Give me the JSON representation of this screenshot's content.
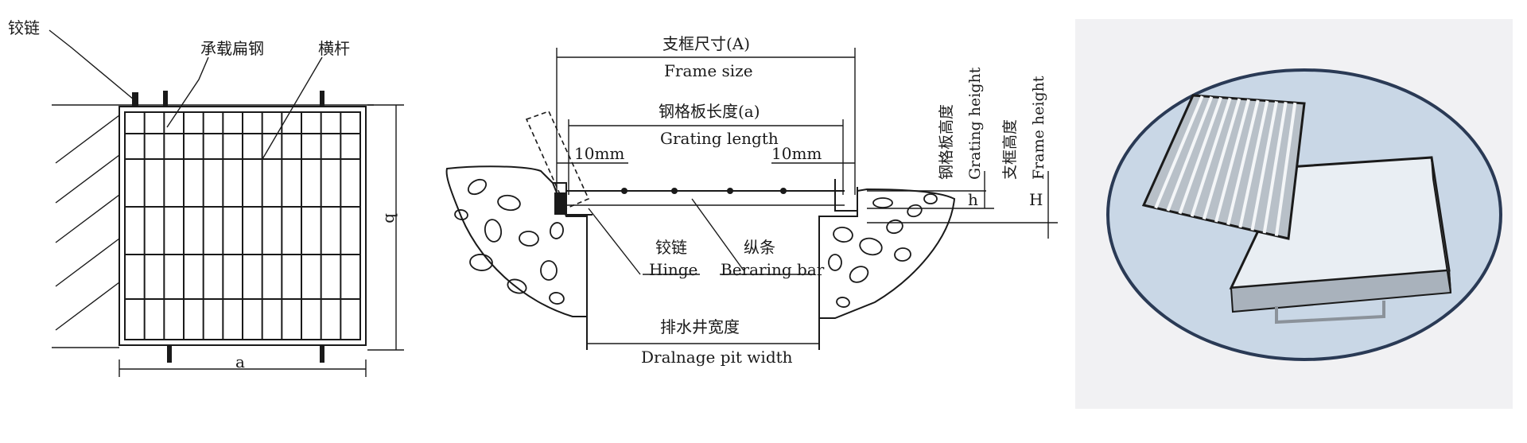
{
  "left_drawing": {
    "hinge_zh": "铰链",
    "bearing_zh": "承载扁钢",
    "crossbar_zh": "横杆",
    "dim_a": "a",
    "dim_b": "b"
  },
  "section_drawing": {
    "frame_size_zh": "支框尺寸(A)",
    "frame_size_en": "Frame size",
    "grating_length_zh": "钢格板长度(a)",
    "grating_length_en": "Grating length",
    "gap_left": "10mm",
    "gap_right": "10mm",
    "grating_height_zh": "钢格板高度",
    "grating_height_en": "Grating height",
    "frame_height_zh": "支框高度",
    "frame_height_en": "Frame height",
    "dim_h": "h",
    "dim_H": "H",
    "hinge_zh": "铰链",
    "hinge_en": "Hinge",
    "bearing_bar_zh": "纵条",
    "bearing_bar_en": "Beraring bar",
    "pit_width_zh": "排水井宽度",
    "pit_width_en": "Dralnage pit width"
  },
  "photo": {
    "background": "#f1f1f3",
    "ellipse_fill": "#c9d7e6",
    "ellipse_stroke": "#2a3a55"
  }
}
